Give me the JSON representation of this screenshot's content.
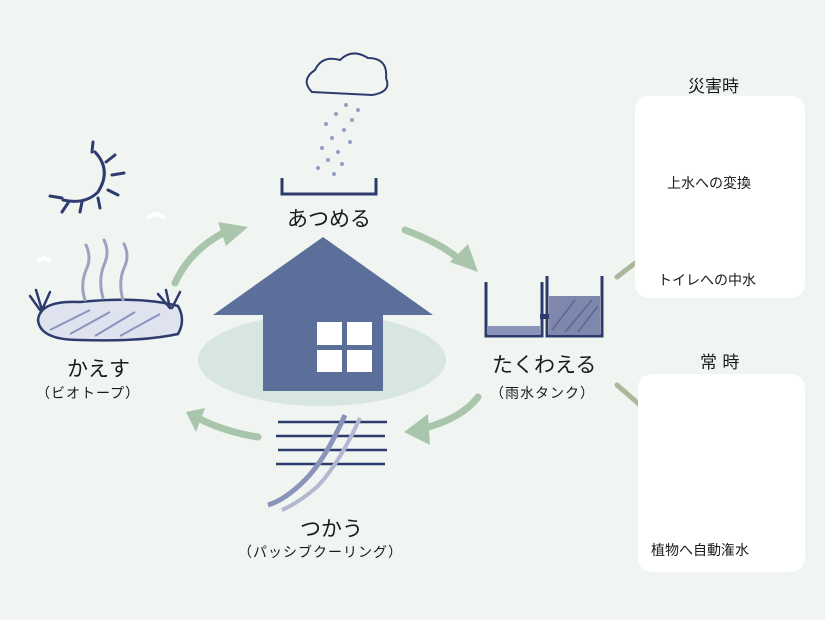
{
  "stages": {
    "collect": "あつめる",
    "store": "たくわえる",
    "store_sub": "（雨水タンク）",
    "use": "つかう",
    "use_sub": "（パッシブクーリング）",
    "return": "かえす",
    "return_sub": "（ビオトープ）"
  },
  "panels": {
    "disaster": {
      "title": "災害時",
      "items": [
        "上水への変換",
        "トイレへの中水"
      ]
    },
    "normal": {
      "title": "常 時",
      "items": [
        "植物へ自動潅水"
      ]
    }
  },
  "colors": {
    "house": "#5b6f9a",
    "ground_ellipse": "#d8e6e2",
    "arrow_green": "#a9c6ad",
    "ink": "#2e3b6e",
    "sketch_light": "#9aa3c2"
  }
}
